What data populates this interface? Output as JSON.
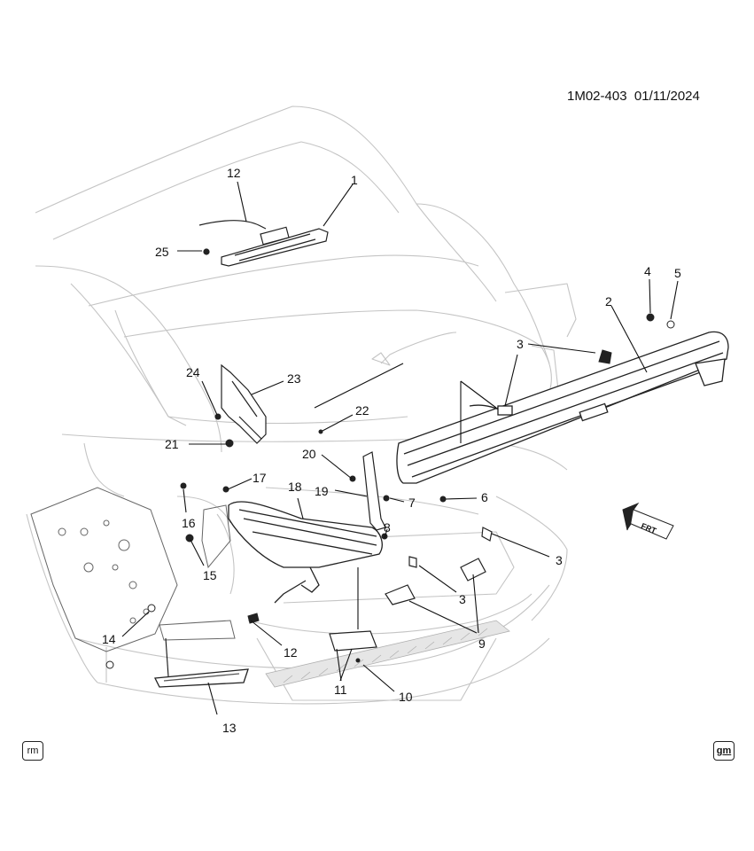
{
  "diagram": {
    "code": "1M02-403",
    "date": "01/11/2024",
    "badge_left": "rm",
    "badge_right": "gm",
    "frt_label": "FRT",
    "callouts": {
      "c1": "1",
      "c2": "2",
      "c3a": "3",
      "c3b": "3",
      "c3c": "3",
      "c4": "4",
      "c5": "5",
      "c6": "6",
      "c7": "7",
      "c8": "8",
      "c9": "9",
      "c10": "10",
      "c11": "11",
      "c12a": "12",
      "c12b": "12",
      "c13": "13",
      "c14": "14",
      "c15": "15",
      "c16": "16",
      "c17": "17",
      "c18": "18",
      "c19": "19",
      "c20": "20",
      "c21": "21",
      "c22": "22",
      "c23": "23",
      "c24": "24",
      "c25": "25"
    }
  }
}
